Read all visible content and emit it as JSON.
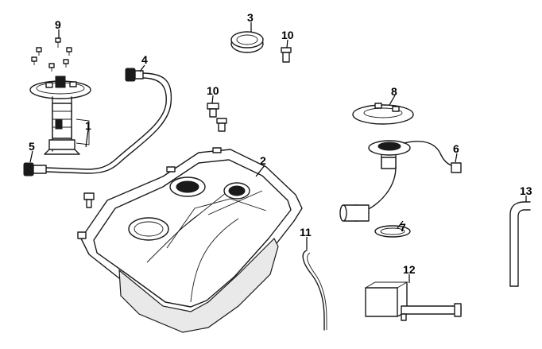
{
  "diagram": {
    "part_labels": [
      {
        "id": "1",
        "text": "1"
      },
      {
        "id": "2",
        "text": "2"
      },
      {
        "id": "3",
        "text": "3"
      },
      {
        "id": "4",
        "text": "4"
      },
      {
        "id": "5",
        "text": "5"
      },
      {
        "id": "6",
        "text": "6"
      },
      {
        "id": "7",
        "text": "7"
      },
      {
        "id": "8",
        "text": "8"
      },
      {
        "id": "9",
        "text": "9"
      },
      {
        "id": "10a",
        "text": "10"
      },
      {
        "id": "10b",
        "text": "10"
      },
      {
        "id": "11",
        "text": "11"
      },
      {
        "id": "12",
        "text": "12"
      },
      {
        "id": "13",
        "text": "13"
      }
    ]
  }
}
